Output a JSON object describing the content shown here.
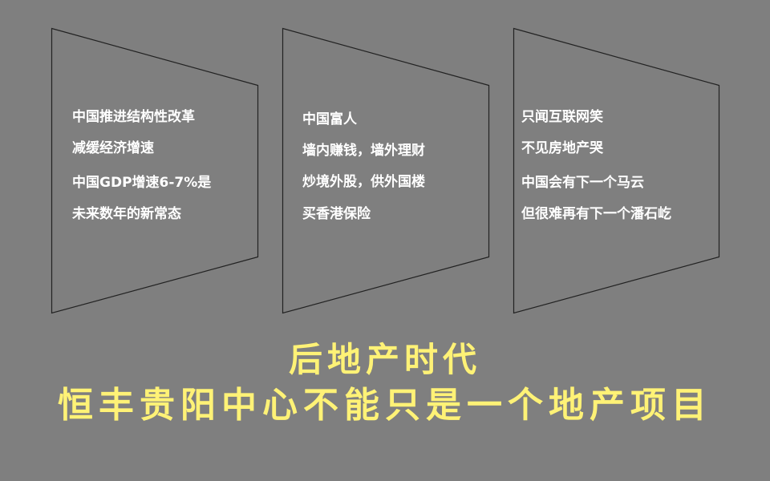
{
  "colors": {
    "background": "#7f7f7f",
    "panel_outline": "#222222",
    "panel_text": "#ffffff",
    "title_text": "#fff276"
  },
  "panels": [
    {
      "lines": [
        "中国推进结构性改革",
        "减缓经济增速",
        "中国GDP增速6-7%是",
        "未来数年的新常态"
      ]
    },
    {
      "lines": [
        "中国富人",
        "墙内赚钱，墙外理财",
        "炒境外股，供外国楼",
        "买香港保险"
      ]
    },
    {
      "lines": [
        "只闻互联网笑",
        "不见房地产哭",
        "中国会有下一个马云",
        "但很难再有下一个潘石屹"
      ]
    }
  ],
  "title": {
    "line1": "后地产时代",
    "line2": "恒丰贵阳中心不能只是一个地产项目"
  }
}
